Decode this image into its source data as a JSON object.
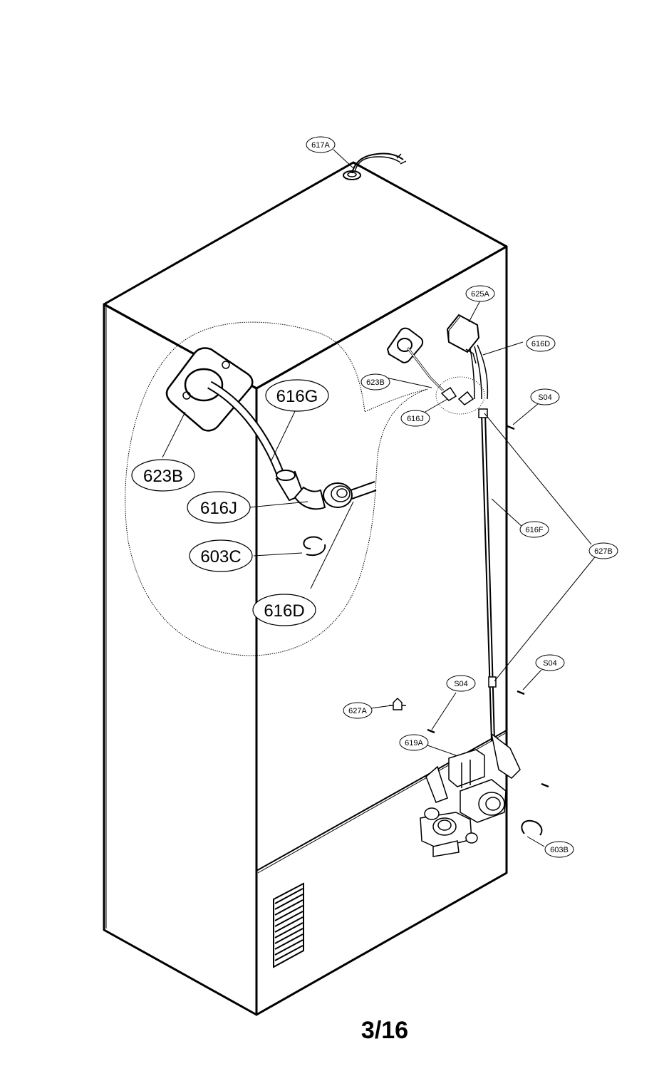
{
  "page": {
    "number": "3/16"
  },
  "callouts": {
    "c617A": "617A",
    "c625A": "625A",
    "c616D": "616D",
    "c623B": "623B",
    "c616J": "616J",
    "cS04a": "S04",
    "c616F": "616F",
    "c627B": "627B",
    "cS04b": "S04",
    "cS04c": "S04",
    "c627A": "627A",
    "c619A": "619A",
    "c603B": "603B"
  },
  "detail_callouts": {
    "d616G": "616G",
    "d623B": "623B",
    "d616J": "616J",
    "d603C": "603C",
    "d616D": "616D"
  }
}
